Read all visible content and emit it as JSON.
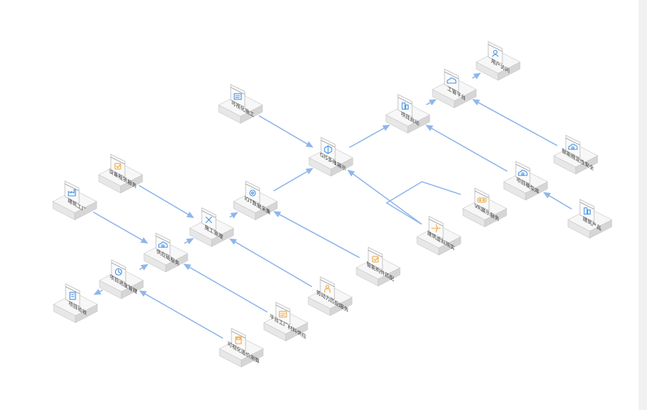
{
  "colors": {
    "connector": "#8fb6ec",
    "block_top": "#f7f7f7",
    "block_left": "#e7e7e7",
    "block_right": "#d6d6d6",
    "block_edge": "#c4c4c4",
    "card_face": "#fafafa",
    "icon_blue": "#3d8ee6",
    "icon_orange": "#f0a23a",
    "scrollbar": "#f1f1f1"
  },
  "diagram": {
    "nodes": [
      {
        "id": "user-access",
        "label": "用户访问",
        "icon": "user-icon",
        "accent": "blue"
      },
      {
        "id": "engineering-platform",
        "label": "工管平台",
        "icon": "cloud-icon",
        "accent": "blue"
      },
      {
        "id": "project-start",
        "label": "项目启动",
        "icon": "building-icon",
        "accent": "blue"
      },
      {
        "id": "security-check",
        "label": "智能稳定性安全",
        "icon": "cloud-lock-icon",
        "accent": "blue"
      },
      {
        "id": "project-model",
        "label": "项目模型库",
        "icon": "cloud-network-icon",
        "accent": "blue"
      },
      {
        "id": "construction-product",
        "label": "建筑产品",
        "icon": "city-icon",
        "accent": "blue"
      },
      {
        "id": "vr-service",
        "label": "VR展示服务",
        "icon": "vr-icon",
        "accent": "orange"
      },
      {
        "id": "building-virtual",
        "label": "建筑虚拟现实",
        "icon": "plane-icon",
        "accent": "orange"
      },
      {
        "id": "gis-display",
        "label": "GIS多维展示",
        "icon": "cubes-icon",
        "accent": "blue"
      },
      {
        "id": "modular-construction",
        "label": "可视化施工",
        "icon": "blueprint-icon",
        "accent": "blue"
      },
      {
        "id": "iot-collection",
        "label": "IOT数据采集",
        "icon": "iot-icon",
        "accent": "blue"
      },
      {
        "id": "smart-components",
        "label": "智能构件匹配",
        "icon": "component-icon",
        "accent": "orange"
      },
      {
        "id": "construction-mgmt",
        "label": "施工管理",
        "icon": "tools-icon",
        "accent": "blue"
      },
      {
        "id": "equipment-rental",
        "label": "设备租赁服务",
        "icon": "equipment-icon",
        "accent": "orange"
      },
      {
        "id": "labor-matching",
        "label": "劳动力匹配服务",
        "icon": "worker-icon",
        "accent": "orange"
      },
      {
        "id": "build-factory",
        "label": "建筑工厂",
        "icon": "factory-icon",
        "accent": "blue"
      },
      {
        "id": "supply-chain",
        "label": "供应链服务",
        "icon": "chain-cloud-icon",
        "accent": "blue"
      },
      {
        "id": "platform-factory",
        "label": "平台工厂材料供应",
        "icon": "folder-icon",
        "accent": "orange"
      },
      {
        "id": "progress-mgmt",
        "label": "项目进度管理",
        "icon": "clock-icon",
        "accent": "blue"
      },
      {
        "id": "project-acceptance",
        "label": "项目验收",
        "icon": "checklist-icon",
        "accent": "blue"
      },
      {
        "id": "cost-control",
        "label": "可视化造价测算",
        "icon": "calculator-icon",
        "accent": "orange"
      }
    ],
    "edges": [
      {
        "from": "engineering-platform",
        "to": "user-access"
      },
      {
        "from": "project-start",
        "to": "engineering-platform"
      },
      {
        "from": "security-check",
        "to": "engineering-platform"
      },
      {
        "from": "gis-display",
        "to": "project-start"
      },
      {
        "from": "project-model",
        "to": "project-start"
      },
      {
        "from": "construction-product",
        "to": "project-model"
      },
      {
        "from": "modular-construction",
        "to": "gis-display"
      },
      {
        "from": "building-virtual",
        "to": "gis-display"
      },
      {
        "from": "iot-collection",
        "to": "gis-display"
      },
      {
        "from": "smart-components",
        "to": "iot-collection"
      },
      {
        "from": "construction-mgmt",
        "to": "iot-collection"
      },
      {
        "from": "equipment-rental",
        "to": "construction-mgmt"
      },
      {
        "from": "labor-matching",
        "to": "construction-mgmt"
      },
      {
        "from": "supply-chain",
        "to": "construction-mgmt"
      },
      {
        "from": "build-factory",
        "to": "supply-chain"
      },
      {
        "from": "platform-factory",
        "to": "supply-chain"
      },
      {
        "from": "progress-mgmt",
        "to": "supply-chain"
      },
      {
        "from": "progress-mgmt",
        "to": "project-acceptance"
      },
      {
        "from": "cost-control",
        "to": "progress-mgmt"
      }
    ],
    "vr_link": {
      "from": "vr-service",
      "to": "building-virtual"
    }
  }
}
